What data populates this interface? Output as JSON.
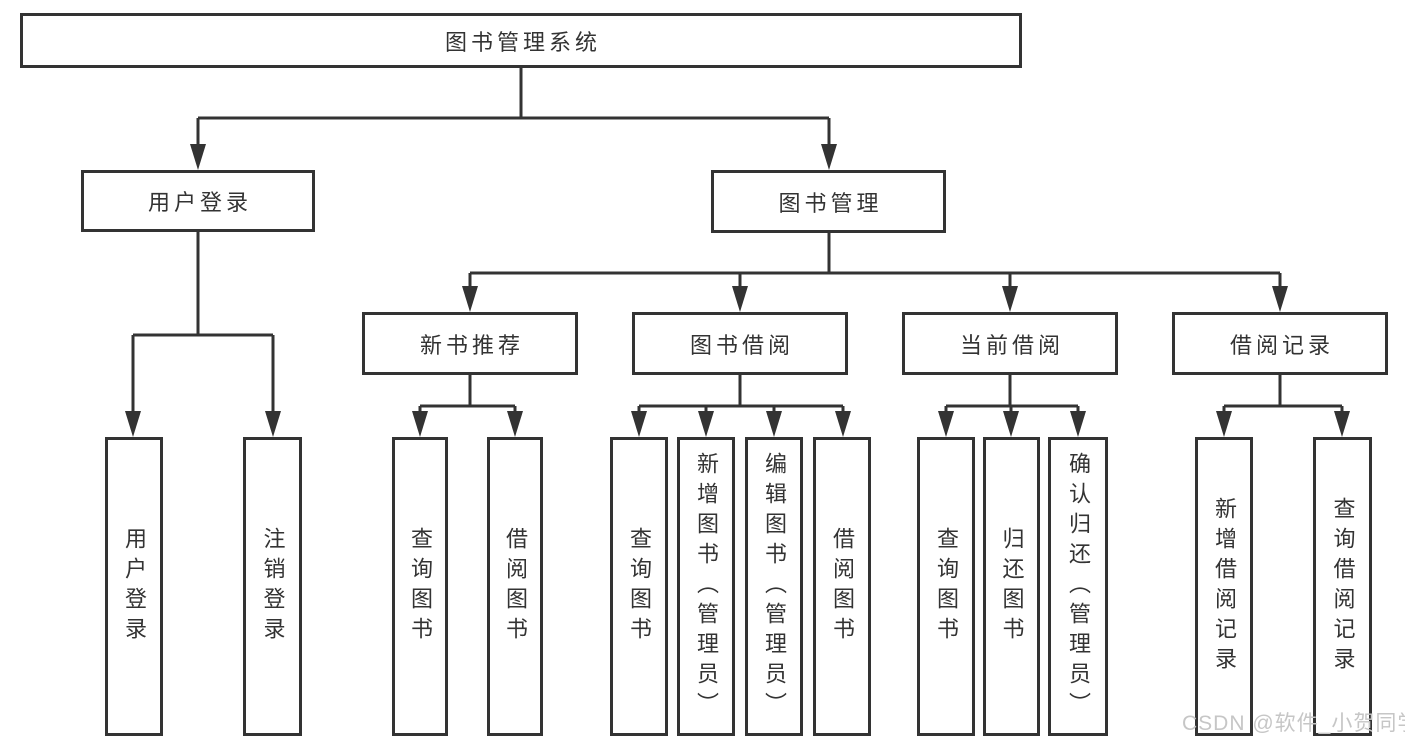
{
  "diagram": {
    "root": {
      "label": "图书管理系统"
    },
    "branches": [
      {
        "label": "用户登录",
        "children": [
          {
            "label": "用户登录"
          },
          {
            "label": "注销登录"
          }
        ]
      },
      {
        "label": "图书管理",
        "children": [
          {
            "label": "新书推荐",
            "children": [
              {
                "label": "查询图书"
              },
              {
                "label": "借阅图书"
              }
            ]
          },
          {
            "label": "图书借阅",
            "children": [
              {
                "label": "查询图书"
              },
              {
                "label": "新增图书（管理员）"
              },
              {
                "label": "编辑图书（管理员）"
              },
              {
                "label": "借阅图书"
              }
            ]
          },
          {
            "label": "当前借阅",
            "children": [
              {
                "label": "查询图书"
              },
              {
                "label": "归还图书"
              },
              {
                "label": "确认归还（管理员）"
              }
            ]
          },
          {
            "label": "借阅记录",
            "children": [
              {
                "label": "新增借阅记录"
              },
              {
                "label": "查询借阅记录"
              }
            ]
          }
        ]
      }
    ]
  },
  "watermark": {
    "text": "CSDN @软件_小贺同学"
  },
  "colors": {
    "line": "#333333",
    "text": "#333333",
    "background": "#ffffff",
    "watermark": "#c6c6c6"
  }
}
